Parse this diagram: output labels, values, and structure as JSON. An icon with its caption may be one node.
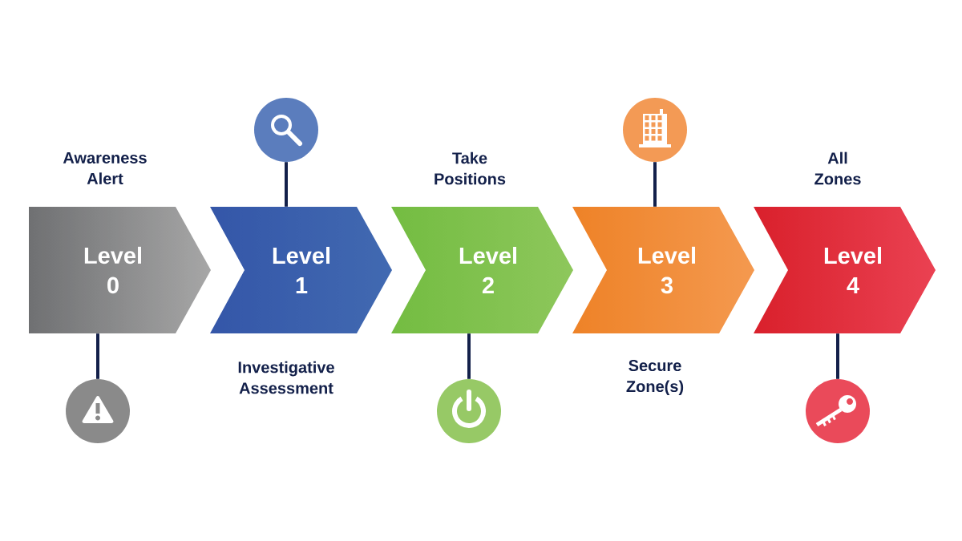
{
  "diagram": {
    "nodes": [
      {
        "text": [
          "Level 0"
        ]
      },
      {
        "text": [
          "Level 1"
        ]
      },
      {
        "text": [
          "Level 2"
        ]
      },
      {
        "text": [
          "Level 3"
        ]
      },
      {
        "text": [
          "Level 4"
        ]
      },
      {
        "text": [],
        "shape": "circle"
      },
      {
        "text": [],
        "shape": "circle"
      },
      {
        "text": [],
        "shape": "circle"
      },
      {
        "text": [],
        "shape": "circle"
      },
      {
        "text": [],
        "shape": "circle"
      }
    ],
    "edges": [
      {
        "from": 5,
        "to": 0,
        "arrow": "none"
      },
      {
        "from": 6,
        "to": 1,
        "arrow": "none"
      },
      {
        "from": 7,
        "to": 2,
        "arrow": "none"
      },
      {
        "from": 8,
        "to": 3,
        "arrow": "none"
      },
      {
        "from": 9,
        "to": 4,
        "arrow": "none"
      }
    ],
    "labels": [
      "Awareness Alert",
      "Take Positions",
      "All Zones",
      "Investigative Assessment",
      "Secure Zone(s)"
    ]
  }
}
